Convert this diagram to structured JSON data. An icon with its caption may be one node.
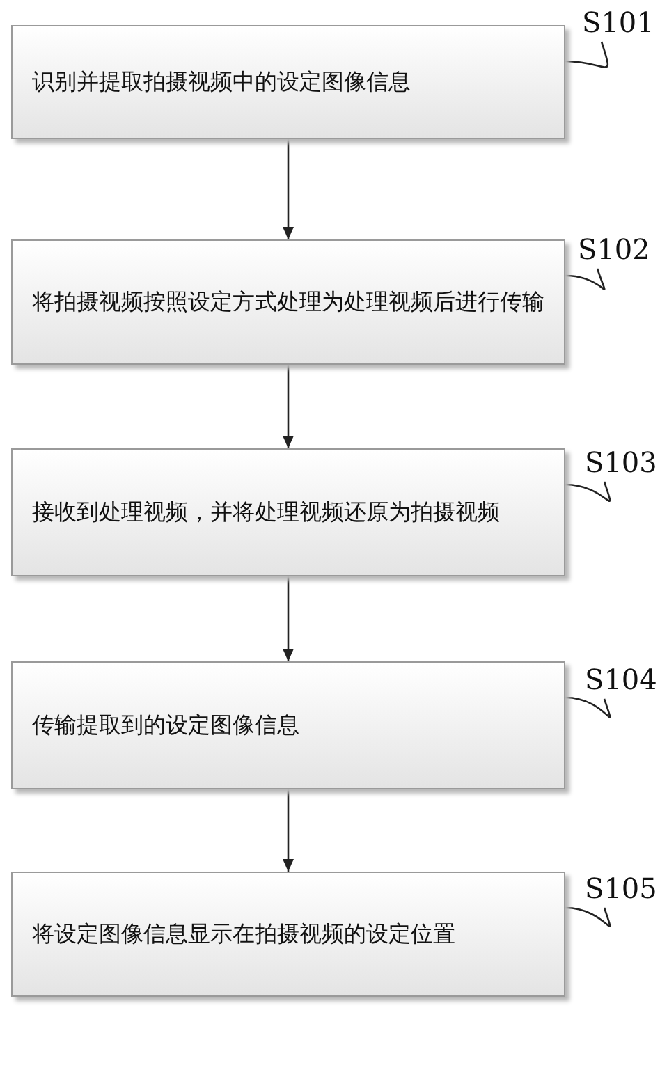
{
  "diagram": {
    "nodes": [
      {
        "text": [
          "S101"
        ]
      },
      {
        "text": [
          "识别并提取拍摄视频中的设定图像信息"
        ]
      },
      {
        "text": [
          "S102"
        ]
      },
      {
        "text": [
          "将拍摄视频按照设定方式处理为处理视频后进行传输"
        ]
      },
      {
        "text": [
          "S103"
        ]
      },
      {
        "text": [
          "接收到处理视频，并将处理视频还原为拍摄视频"
        ]
      },
      {
        "text": [
          "S104"
        ]
      },
      {
        "text": [
          "传输提取到的设定图像信息"
        ]
      },
      {
        "text": [
          "S105"
        ]
      },
      {
        "text": [
          "将设定图像信息显示在拍摄视频的设定位置"
        ]
      }
    ],
    "edges": [
      {
        "from": 0,
        "to": 1,
        "arrow": "none"
      },
      {
        "from": 1,
        "to": 3,
        "arrow": "to"
      },
      {
        "from": 2,
        "to": 3,
        "arrow": "none"
      },
      {
        "from": 3,
        "to": 5,
        "arrow": "to"
      },
      {
        "from": 4,
        "to": 5,
        "arrow": "none"
      },
      {
        "from": 5,
        "to": 7,
        "arrow": "to"
      },
      {
        "from": 6,
        "to": 7,
        "arrow": "none"
      },
      {
        "from": 7,
        "to": 9,
        "arrow": "to"
      },
      {
        "from": 8,
        "to": 9,
        "arrow": "none"
      }
    ]
  }
}
